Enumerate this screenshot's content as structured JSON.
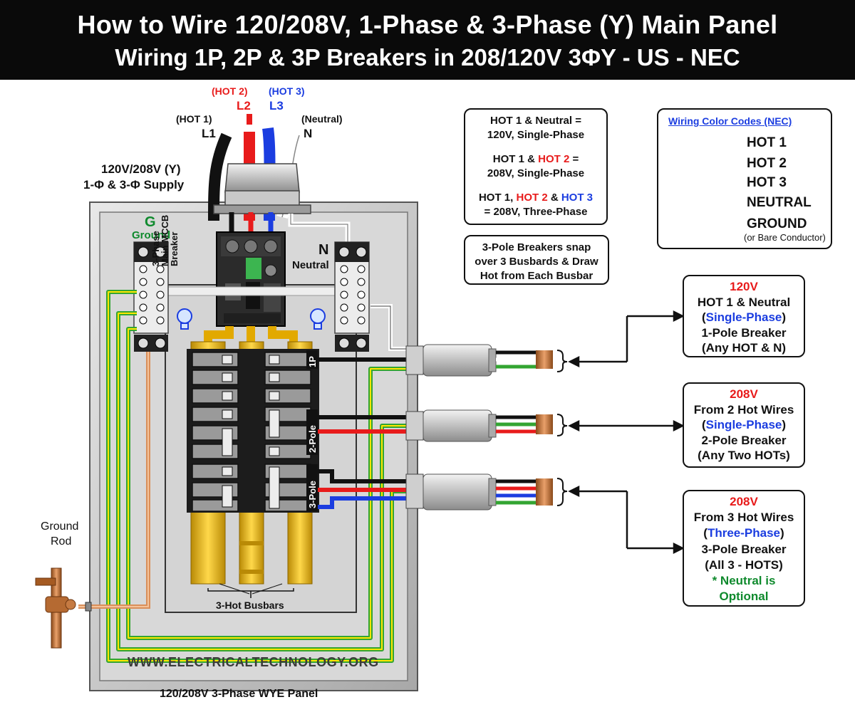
{
  "header": {
    "title": "How to Wire 120/208V, 1-Phase & 3-Phase (Y) Main Panel",
    "subtitle": "Wiring 1P, 2P & 3P Breakers in 208/120V 3ΦY - US - NEC"
  },
  "supply": {
    "l1_tag": "(HOT 1)",
    "l1": "L1",
    "l2_tag": "(HOT 2)",
    "l2": "L2",
    "l3_tag": "(HOT 3)",
    "l3": "L3",
    "n_tag": "(Neutral)",
    "n": "N",
    "line1": "120V/208V (Y)",
    "line2": "1-Φ & 3-Φ Supply"
  },
  "panel": {
    "ground_letter": "G",
    "ground_label": "Ground",
    "neutral_letter": "N",
    "neutral_label": "Neutral",
    "main_breaker_label_1": "3-Phase",
    "main_breaker_label_2": "Main MCCB",
    "main_breaker_label_3": "Breaker",
    "label_1p": "1P",
    "label_2pole": "2-Pole",
    "label_3pole": "3-Pole",
    "busbars": "3-Hot Busbars",
    "website": "WWW.ELECTRICALTECHNOLOGY.ORG",
    "caption": "120/208V 3-Phase WYE Panel"
  },
  "ground_rod": {
    "line1": "Ground",
    "line2": "Rod"
  },
  "voltage_box": {
    "a1": "HOT 1 & Neutral =",
    "a2": "120V, Single-Phase",
    "b1_pre": "HOT 1 & ",
    "b1_hot": "HOT 2",
    "b1_post": " =",
    "b2": "208V, Single-Phase",
    "c1_pre": "HOT 1, ",
    "c1_hot2": "HOT 2",
    "c1_mid": " & ",
    "c1_hot3": "HOT 3",
    "c2": "= 208V, Three-Phase"
  },
  "note_box": {
    "l1": "3-Pole Breakers snap",
    "l2": "over 3 Busbards & Draw",
    "l3": "Hot from Each Busbar"
  },
  "legend": {
    "title": "Wiring Color Codes (NEC)",
    "items": [
      {
        "label": "HOT 1",
        "color": "#111111"
      },
      {
        "label": "HOT 2",
        "color": "#e81b1b"
      },
      {
        "label": "HOT 3",
        "color": "#1b3de0"
      },
      {
        "label": "NEUTRAL",
        "color": "#ffffff"
      },
      {
        "label": "GROUND",
        "color": "#33a532"
      }
    ],
    "ground_note": "(or Bare Conductor)"
  },
  "circuits": [
    {
      "voltage": "120V",
      "l2": "HOT 1 & Neutral",
      "l3_pre": "(",
      "l3_phase": "Single-Phase",
      "l3_post": ")",
      "l4": "1-Pole Breaker",
      "l5": "(Any HOT & N)"
    },
    {
      "voltage": "208V",
      "l2": "From 2 Hot Wires",
      "l3_pre": "(",
      "l3_phase": "Single-Phase",
      "l3_post": ")",
      "l4": "2-Pole Breaker",
      "l5": "(Any Two HOTs)"
    },
    {
      "voltage": "208V",
      "l2": "From 3 Hot Wires",
      "l3_pre": "(",
      "l3_phase": "Three-Phase",
      "l3_post": ")",
      "l4": "3-Pole Breaker",
      "l5": "(All 3 - HOTS)",
      "note1": "* Neutral is",
      "note2": "Optional"
    }
  ]
}
